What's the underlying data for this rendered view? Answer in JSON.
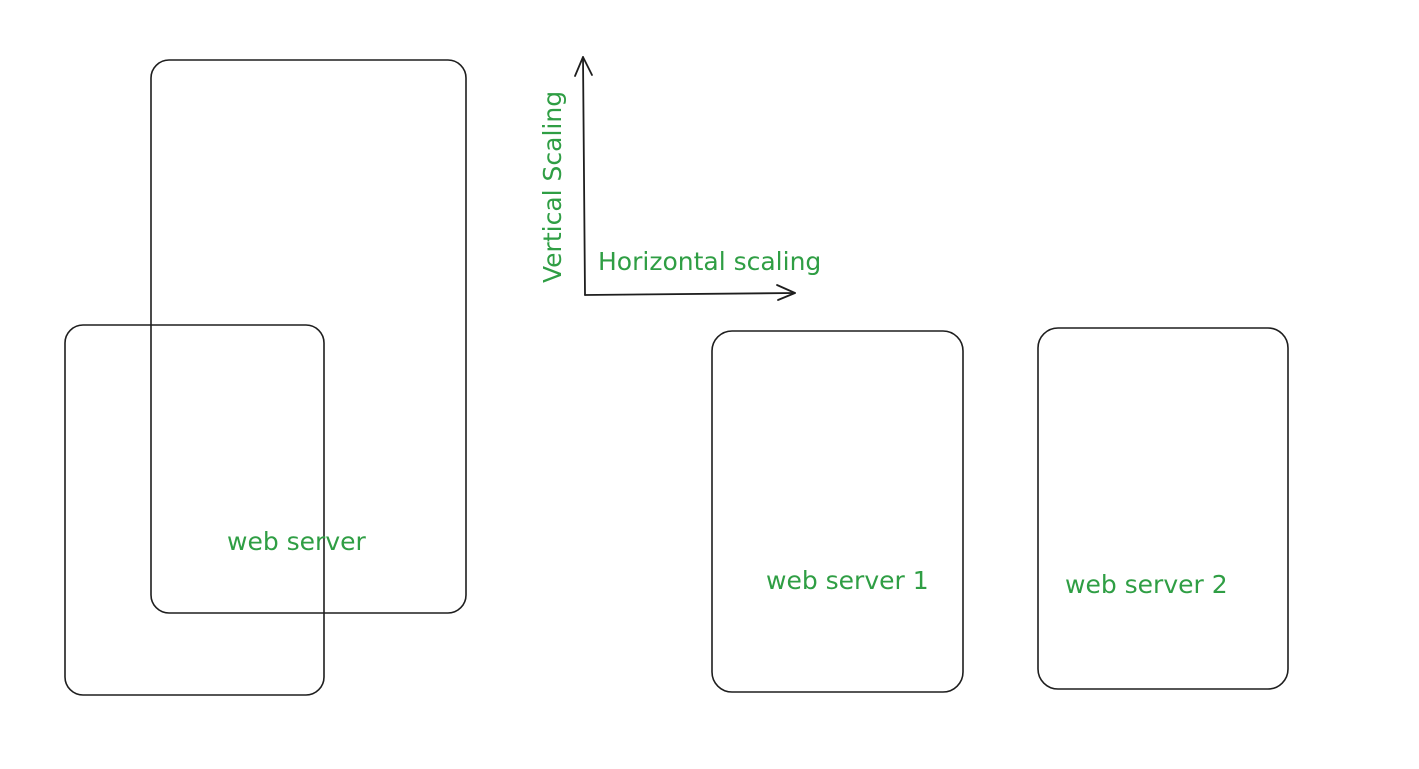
{
  "diagram": {
    "colors": {
      "stroke": "#1e1e1e",
      "label": "#2f9e44",
      "background": "#ffffff"
    },
    "axes": {
      "vertical_label": "Vertical Scaling",
      "horizontal_label": "Horizontal scaling"
    },
    "vertical_group": {
      "server_label": "web server"
    },
    "horizontal_group": {
      "servers": [
        {
          "label": "web server 1"
        },
        {
          "label": "web server 2"
        }
      ]
    }
  }
}
